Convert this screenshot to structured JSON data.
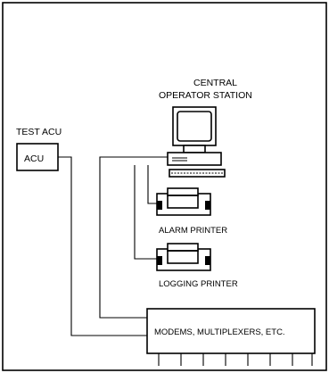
{
  "diagram": {
    "test_acu_label": "TEST ACU",
    "acu_label": "ACU",
    "central_station_line1": "CENTRAL",
    "central_station_line2": "OPERATOR STATION",
    "alarm_printer_label": "ALARM PRINTER",
    "logging_printer_label": "LOGGING PRINTER",
    "modems_label": "MODEMS, MULTIPLEXERS, ETC."
  }
}
